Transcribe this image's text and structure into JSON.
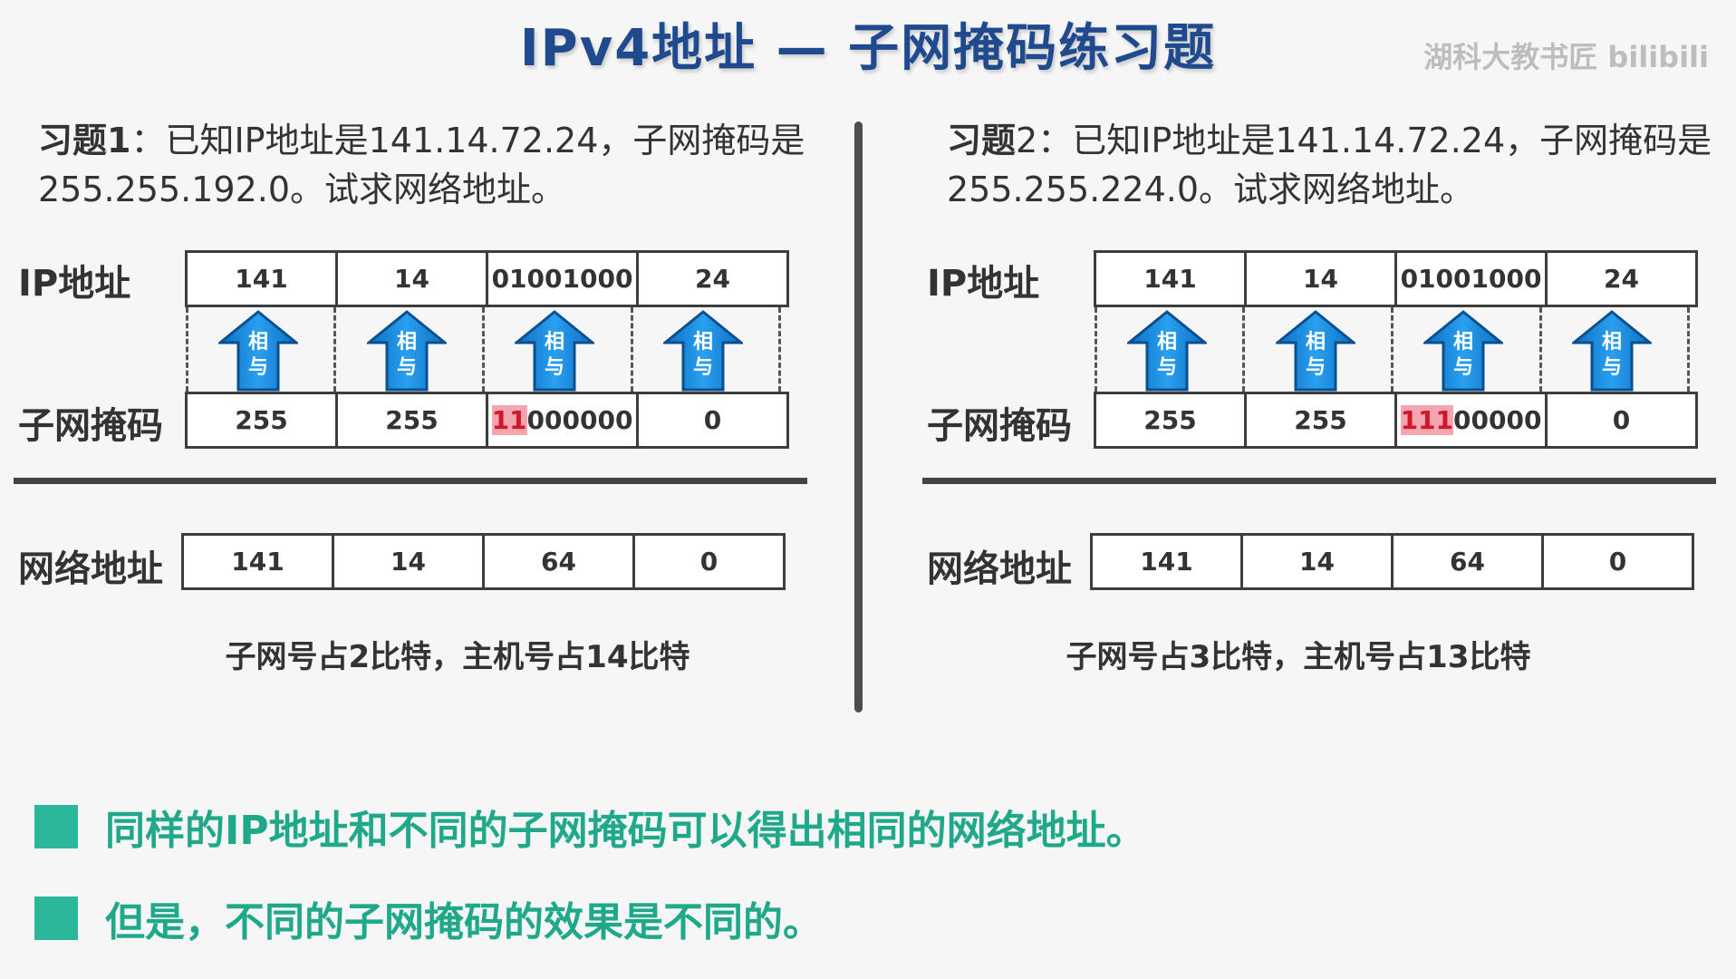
{
  "title": "IPv4地址 — 子网掩码练习题",
  "watermark": "湖科大教书匠 bilibili",
  "arrow_label_top": "相",
  "arrow_label_bottom": "与",
  "accent_color": "#2bb89a",
  "highlight_color": "#f4a6b0",
  "problems": [
    {
      "label": "习题1",
      "text": "：已知IP地址是141.14.72.24，子网掩码是255.255.192.0。试求网络地址。",
      "ip_label": "IP地址",
      "mask_label": "子网掩码",
      "net_label": "网络地址",
      "ip": [
        "141",
        "14",
        "01001000",
        "24"
      ],
      "mask": [
        "255",
        "255",
        "",
        "0"
      ],
      "mask_hl": "11",
      "mask_rest": "000000",
      "net": [
        "141",
        "14",
        "64",
        "0"
      ],
      "note": "子网号占2比特，主机号占14比特"
    },
    {
      "label": "习题",
      "text": "2：已知IP地址是141.14.72.24，子网掩码是255.255.224.0。试求网络地址。",
      "ip_label": "IP地址",
      "mask_label": "子网掩码",
      "net_label": "网络地址",
      "ip": [
        "141",
        "14",
        "01001000",
        "24"
      ],
      "mask": [
        "255",
        "255",
        "",
        "0"
      ],
      "mask_hl": "111",
      "mask_rest": "00000",
      "net": [
        "141",
        "14",
        "64",
        "0"
      ],
      "note": "子网号占3比特，主机号占13比特"
    }
  ],
  "bullets": [
    "同样的IP地址和不同的子网掩码可以得出相同的网络地址。",
    "但是，不同的子网掩码的效果是不同的。"
  ]
}
